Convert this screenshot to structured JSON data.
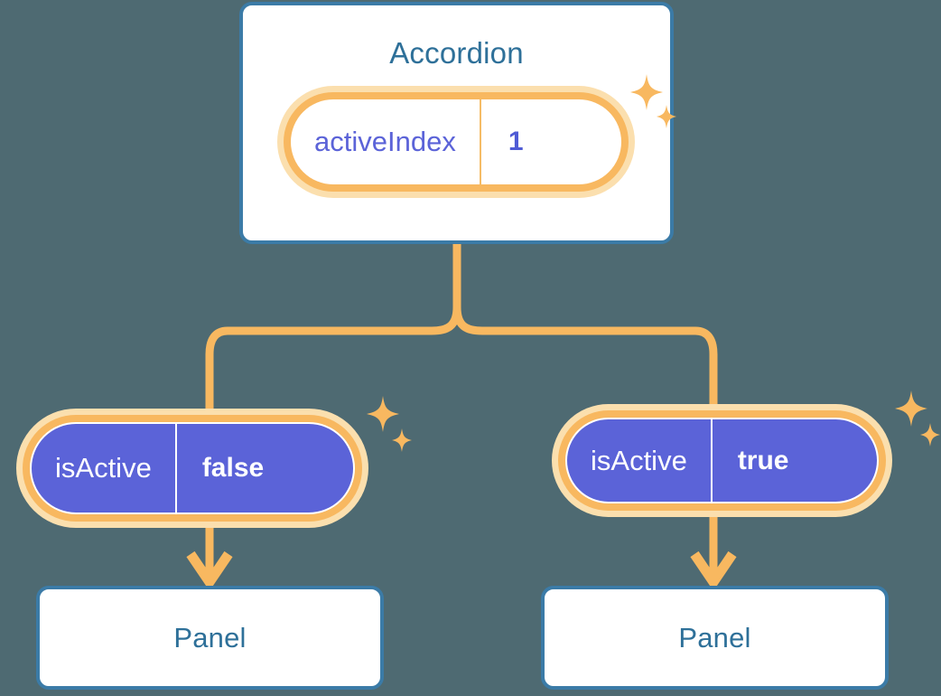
{
  "theme": {
    "background": "#4e6a72",
    "card_border": "#3b7ba7",
    "card_text": "#2e7099",
    "accent_orange": "#f8b860",
    "accent_orange_pale": "#fbdfae",
    "purple": "#5b63d8",
    "white": "#ffffff"
  },
  "diagram": {
    "type": "component-state-tree",
    "root": {
      "title": "Accordion",
      "state": {
        "key": "activeIndex",
        "value": "1",
        "style": "light"
      },
      "sparkle_icon": "sparkles-icon"
    },
    "branches": [
      {
        "prop": {
          "key": "isActive",
          "value": "false",
          "style": "solid"
        },
        "sparkle_icon": "sparkles-icon",
        "arrow_icon": "arrow-down-icon",
        "child": {
          "title": "Panel"
        }
      },
      {
        "prop": {
          "key": "isActive",
          "value": "true",
          "style": "solid"
        },
        "sparkle_icon": "sparkles-icon",
        "arrow_icon": "arrow-down-icon",
        "child": {
          "title": "Panel"
        }
      }
    ]
  }
}
